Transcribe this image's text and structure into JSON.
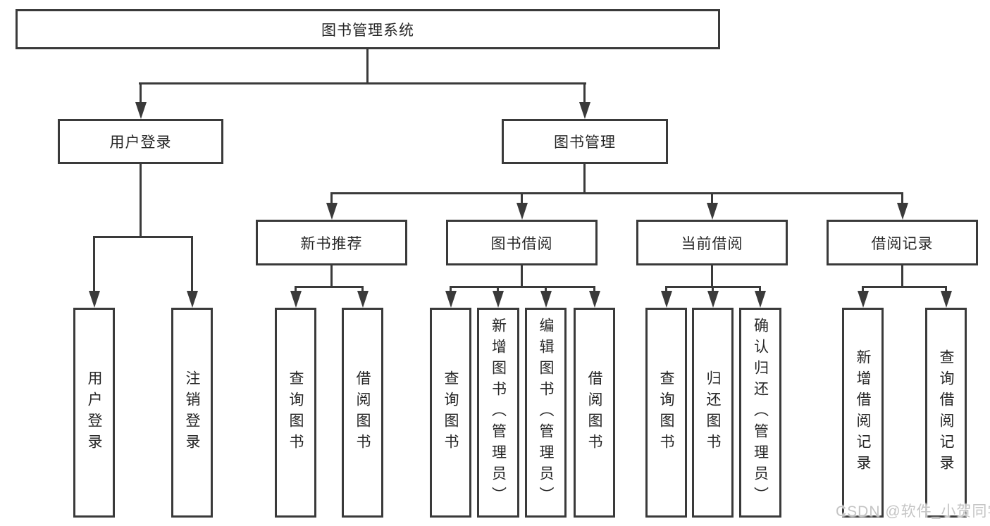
{
  "tree": {
    "root": "图书管理系统",
    "user_login": {
      "label": "用户登录",
      "leaves": [
        "用户登录",
        "注销登录"
      ]
    },
    "book_mgmt": {
      "label": "图书管理",
      "children": [
        {
          "label": "新书推荐",
          "leaves": [
            "查询图书",
            "借阅图书"
          ]
        },
        {
          "label": "图书借阅",
          "leaves": [
            "查询图书",
            "新增图书（管理员）",
            "编辑图书（管理员）",
            "借阅图书"
          ]
        },
        {
          "label": "当前借阅",
          "leaves": [
            "查询图书",
            "归还图书",
            "确认归还（管理员）"
          ]
        },
        {
          "label": "借阅记录",
          "leaves": [
            "新增借阅记录",
            "查询借阅记录"
          ]
        }
      ]
    }
  },
  "watermark": "CSDN @软件_小贺同学",
  "colors": {
    "line": "#3a3a3a",
    "text": "#262626",
    "background": "#ffffff",
    "watermark": "#c4c4c4"
  }
}
